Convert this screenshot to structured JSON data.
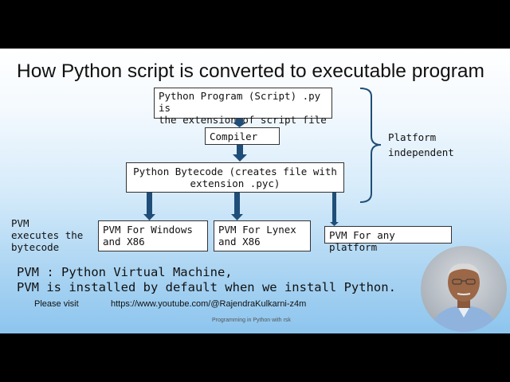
{
  "slide": {
    "title": "How Python script is converted to executable program",
    "nodes": {
      "script": [
        "Python Program (Script) .py is",
        "the extension of script file"
      ],
      "compiler": "Compiler",
      "bytecode": [
        "Python Bytecode (creates file with",
        "extension .pyc)"
      ],
      "pvm_windows": [
        "PVM For Windows",
        "and X86"
      ],
      "pvm_lynex": [
        "PVM For Lynex",
        "and X86"
      ],
      "pvm_any": "PVM For any platform"
    },
    "platform_label": [
      "Platform",
      "independent"
    ],
    "pvm_label": [
      "PVM",
      "executes the",
      "bytecode"
    ],
    "definition": [
      "PVM : Python Virtual Machine,",
      "PVM is installed by default when we install Python."
    ],
    "visit_label": "Please visit",
    "visit_url": "https://www.youtube.com/@RajendraKulkarni-z4m",
    "footer": "Programming in Python with rsk"
  },
  "colors": {
    "arrow": "#1f4e79",
    "bracket": "#1f4e79"
  }
}
